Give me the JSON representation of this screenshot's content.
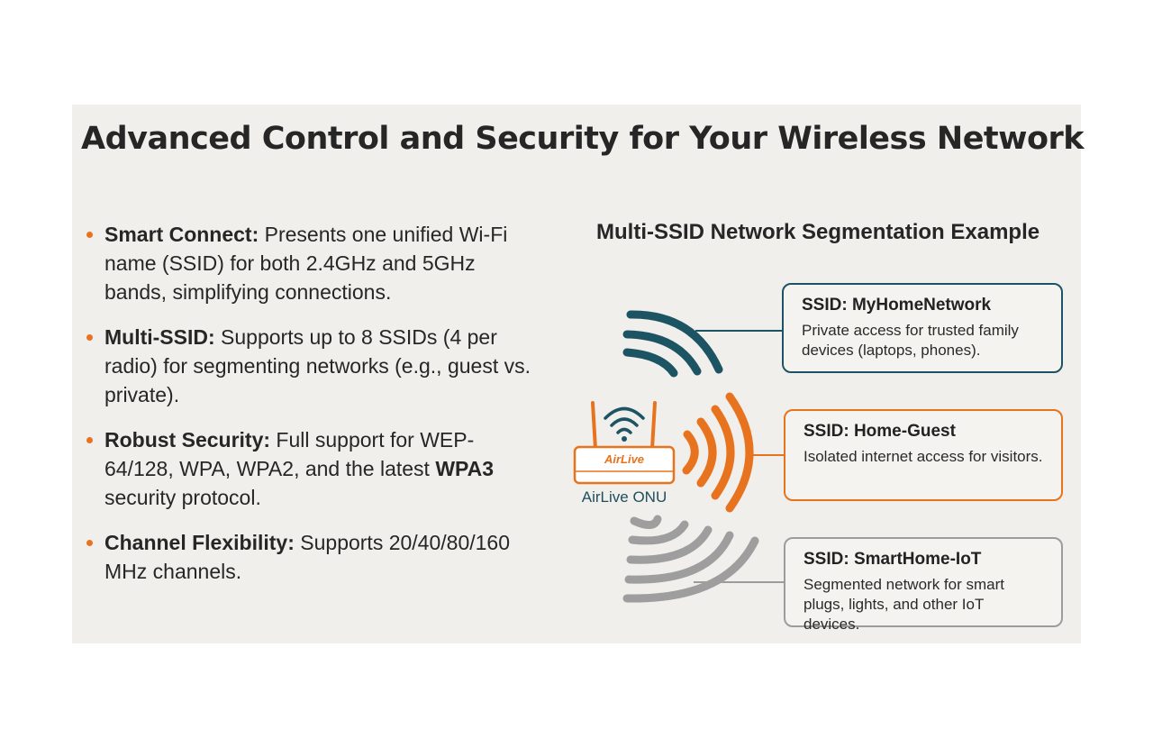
{
  "title": "Advanced Control and Security for Your Wireless Network",
  "features": [
    {
      "term": "Smart Connect:",
      "text": " Presents one unified Wi-Fi name (SSID) for both 2.4GHz and 5GHz bands, simplifying connections."
    },
    {
      "term": "Multi-SSID:",
      "text": " Supports up to 8 SSIDs (4 per radio) for segmenting networks (e.g., guest vs. private)."
    },
    {
      "term": "Robust Security:",
      "text": " Full support for WEP-64/128, WPA, WPA2, and the latest ",
      "strong": "WPA3",
      "text_after": " security protocol."
    },
    {
      "term": "Channel Flexibility:",
      "text": " Supports 20/40/80/160 MHz channels."
    }
  ],
  "diagram": {
    "title": "Multi-SSID Network Segmentation Example",
    "router": {
      "brand": "AirLive",
      "label": "AirLive ONU"
    },
    "networks": [
      {
        "ssid": "SSID: MyHomeNetwork",
        "description": "Private access for trusted family devices (laptops, phones).",
        "color": "#1d5463"
      },
      {
        "ssid": "SSID: Home-Guest",
        "description": "Isolated internet access for visitors.",
        "color": "#e8731f"
      },
      {
        "ssid": "SSID: SmartHome-IoT",
        "description": "Segmented network for smart plugs, lights, and other IoT devices.",
        "color": "#9c9c9c"
      }
    ]
  },
  "colors": {
    "accent": "#e8731f",
    "teal": "#1d5463",
    "gray": "#9c9c9c",
    "panel": "#f0efeb"
  }
}
